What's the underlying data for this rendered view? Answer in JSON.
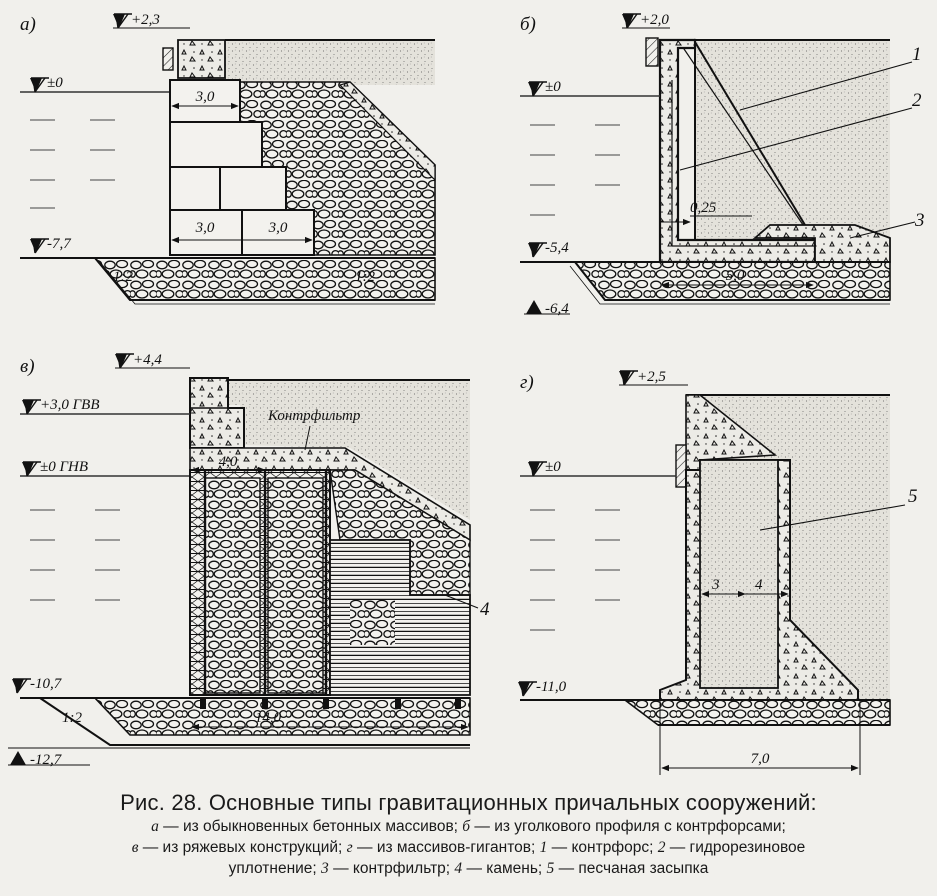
{
  "panels": {
    "a": {
      "label": "а)",
      "elev_top": "+2,3",
      "elev_water": "±0",
      "elev_bottom": "-7,7",
      "dim_top": "3,0",
      "dim_bottom_left": "3,0",
      "dim_bottom_right": "3,0",
      "slope_left": "1:2",
      "slope_right": "1:2"
    },
    "b": {
      "label": "б)",
      "elev_top": "+2,0",
      "elev_water": "±0",
      "elev_bottom": "-5,4",
      "elev_base": "-6,4",
      "dim_wall": "0,25",
      "dim_base": "5,0",
      "callout_1": "1",
      "callout_2": "2",
      "callout_3": "3"
    },
    "v": {
      "label": "в)",
      "elev_top": "+4,4",
      "elev_hw": "+3,0 ГВВ",
      "elev_lw": "±0 ГНВ",
      "elev_bottom": "-10,7",
      "elev_base": "-12,7",
      "dim_top": "4,0",
      "dim_base": "14,0",
      "slope": "1:2",
      "filter_label": "Контрфильтр",
      "callout_4": "4"
    },
    "g": {
      "label": "г)",
      "elev_top": "+2,5",
      "elev_water": "±0",
      "elev_bottom": "-11,0",
      "dim_left": "3",
      "dim_right": "4",
      "dim_base": "7,0",
      "callout_5": "5"
    }
  },
  "caption": {
    "title": "Рис. 28. Основные типы гравитационных причальных сооружений:",
    "line1_a_key": "а",
    "line1_a": " — из обыкновенных бетонных массивов; ",
    "line1_b_key": "б",
    "line1_b": " — из уголкового профиля с контрфорсами;",
    "line2_v_key": "в",
    "line2_v": " — из ряжевых конструкций; ",
    "line2_g_key": "г",
    "line2_g": " — из массивов-гигантов; ",
    "line2_1_key": "1",
    "line2_1": " — контрфорс; ",
    "line2_2_key": "2",
    "line2_2": " — гидрорезиновое",
    "line3_start": "уплотнение; ",
    "line3_3_key": "3",
    "line3_3": " — контрфильтр; ",
    "line3_4_key": "4",
    "line3_4": " — камень; ",
    "line3_5_key": "5",
    "line3_5": " — песчаная засыпка"
  },
  "colors": {
    "ink": "#111111",
    "paper": "#f1f0ec",
    "sand": "#dcdad2",
    "water_line": "#444444"
  }
}
